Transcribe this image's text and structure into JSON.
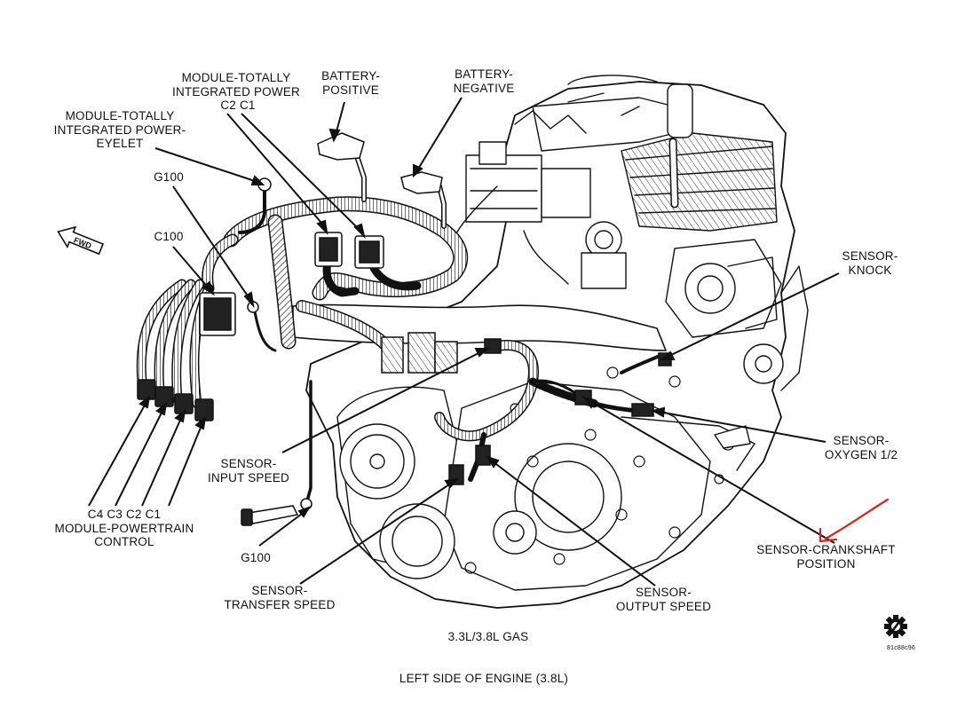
{
  "labels": {
    "module_tipm_connectors": {
      "line1": "MODULE-TOTALLY",
      "line2": "INTEGRATED POWER",
      "line3": "C2  C1"
    },
    "battery_positive": {
      "line1": "BATTERY-",
      "line2": "POSITIVE"
    },
    "battery_negative": {
      "line1": "BATTERY-",
      "line2": "NEGATIVE"
    },
    "module_tipm_eyelet": {
      "line1": "MODULE-TOTALLY",
      "line2": "INTEGRATED POWER-",
      "line3": "EYELET"
    },
    "g100_upper": "G100",
    "c100": "C100",
    "fwd": "FWD",
    "sensor_knock": {
      "line1": "SENSOR-",
      "line2": "KNOCK"
    },
    "sensor_oxygen": {
      "line1": "SENSOR-",
      "line2": "OXYGEN 1/2"
    },
    "sensor_input_speed": {
      "line1": "SENSOR-",
      "line2": "INPUT SPEED"
    },
    "module_pcm": {
      "line1": "C4  C3  C2  C1",
      "line2": "MODULE-POWERTRAIN",
      "line3": "CONTROL"
    },
    "g100_lower": "G100",
    "sensor_crankshaft": {
      "line1": "SENSOR-CRANKSHAFT",
      "line2": "POSITION"
    },
    "sensor_transfer_speed": {
      "line1": "SENSOR-",
      "line2": "TRANSFER SPEED"
    },
    "sensor_output_speed": {
      "line1": "SENSOR-",
      "line2": "OUTPUT SPEED"
    }
  },
  "engine_label": "3.3L/3.8L GAS",
  "figure_code": "81c88c96",
  "caption": "LEFT SIDE OF ENGINE (3.8L)",
  "colors": {
    "ink": "#111111",
    "annotation_arrow": "#e0201c"
  },
  "icons": {
    "logo": "gear-slash-icon",
    "direction": "fwd-arrow-icon"
  }
}
